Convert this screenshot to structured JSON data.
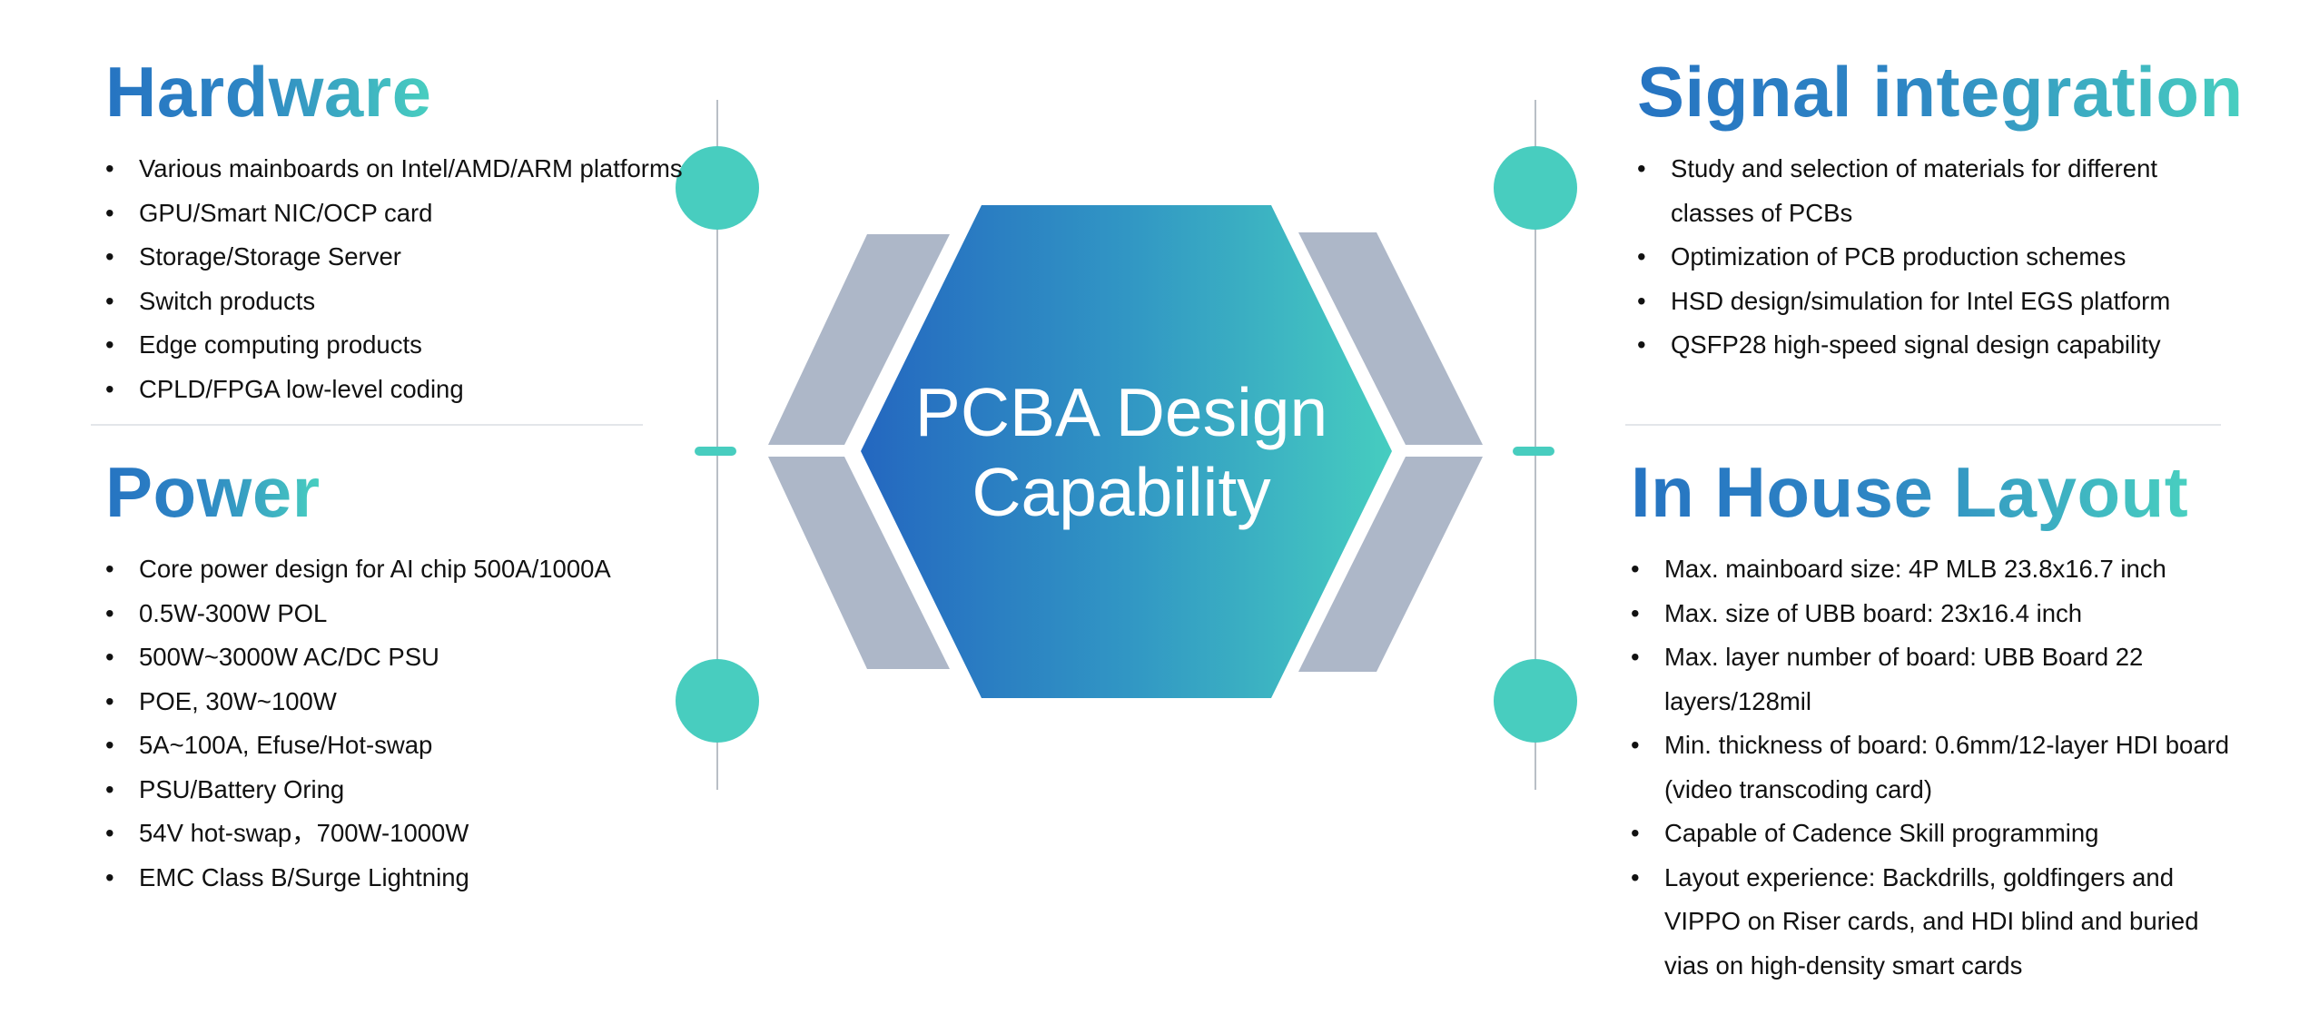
{
  "center": {
    "line1": "PCBA Design",
    "line2": "Capability"
  },
  "hardware": {
    "title": "Hardware",
    "items": [
      "Various mainboards on Intel/AMD/ARM platforms",
      "GPU/Smart NIC/OCP card",
      "Storage/Storage Server",
      "Switch products",
      "Edge computing products",
      "CPLD/FPGA low-level coding"
    ]
  },
  "power": {
    "title": "Power",
    "items": [
      "Core power design for AI chip 500A/1000A",
      "0.5W-300W POL",
      "500W~3000W AC/DC PSU",
      "POE, 30W~100W",
      "5A~100A, Efuse/Hot-swap",
      "PSU/Battery Oring",
      "54V hot-swap，700W-1000W",
      "EMC Class B/Surge Lightning"
    ]
  },
  "signal": {
    "title": "Signal integration",
    "items": [
      "Study and selection of materials for different classes of PCBs",
      "Optimization of PCB production schemes",
      "HSD design/simulation for Intel EGS platform",
      "QSFP28 high-speed signal design capability"
    ]
  },
  "layout": {
    "title": "In House Layout",
    "items": [
      "Max. mainboard size: 4P MLB 23.8x16.7 inch",
      "Max. size of UBB board: 23x16.4 inch",
      "Max. layer number of board: UBB Board 22 layers/128mil",
      "Min. thickness of board: 0.6mm/12-layer HDI board (video transcoding card)",
      "Capable of Cadence Skill programming",
      "Layout experience: Backdrills, goldfingers and VIPPO on Riser cards, and HDI blind and buried vias on high-density smart cards"
    ]
  },
  "colors": {
    "teal": "#48cdbf",
    "blue": "#2674c2",
    "gray_shape": "#adb7c8",
    "divider": "#e3e6ea"
  }
}
